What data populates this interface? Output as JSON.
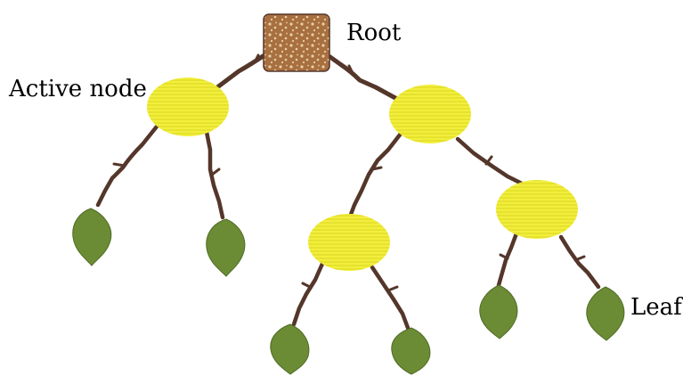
{
  "labels": {
    "root": "Root",
    "active_node": "Active node",
    "leaf": "Leaf"
  },
  "colors": {
    "root_fill": "#a86f3f",
    "root_speckle": "#e7cfa8",
    "node_fill": "#f2ef3c",
    "node_hatch": "#d9d620",
    "branch": "#54362a",
    "leaf_fill": "#6b8c34",
    "leaf_edge": "#4f6b25",
    "label_text": "#000000"
  },
  "diagram": {
    "elements": [
      "root",
      "internal-node",
      "leaf",
      "branch"
    ],
    "root_label_target": "root",
    "active_node_label_target": "left-internal-node",
    "leaf_label_target": "rightmost-leaf"
  }
}
